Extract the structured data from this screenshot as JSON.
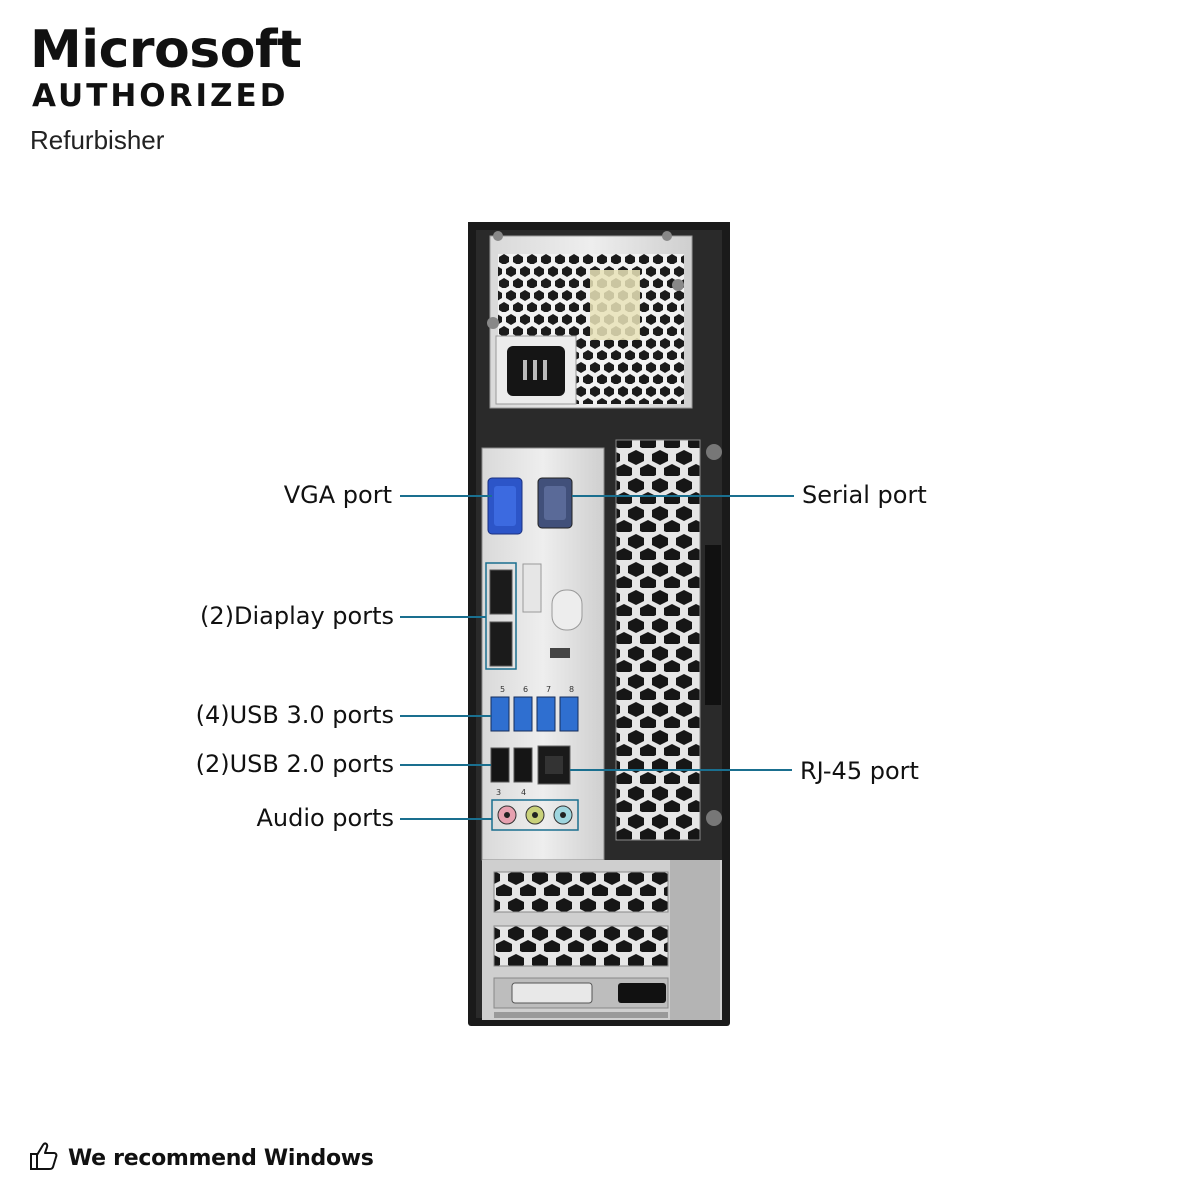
{
  "badge": {
    "brand": "Microsoft",
    "authorized": "AUTHORIZED",
    "role": "Refurbisher"
  },
  "labels": {
    "vga": "VGA port",
    "serial": "Serial port",
    "display": "(2)Diaplay ports",
    "usb3": "(4)USB 3.0 ports",
    "usb2": "(2)USB 2.0 ports",
    "rj45": "RJ-45 port",
    "audio": "Audio ports"
  },
  "port_numbers": {
    "usb3": [
      "5",
      "6",
      "7",
      "8"
    ],
    "usb2": [
      "3",
      "4"
    ]
  },
  "footer": {
    "text": "We recommend Windows",
    "icon": "thumbs-up-icon"
  },
  "colors": {
    "leader": "#1a6f8f",
    "vga_blue": "#2c55c8",
    "usb3_blue": "#2f6fd0"
  }
}
